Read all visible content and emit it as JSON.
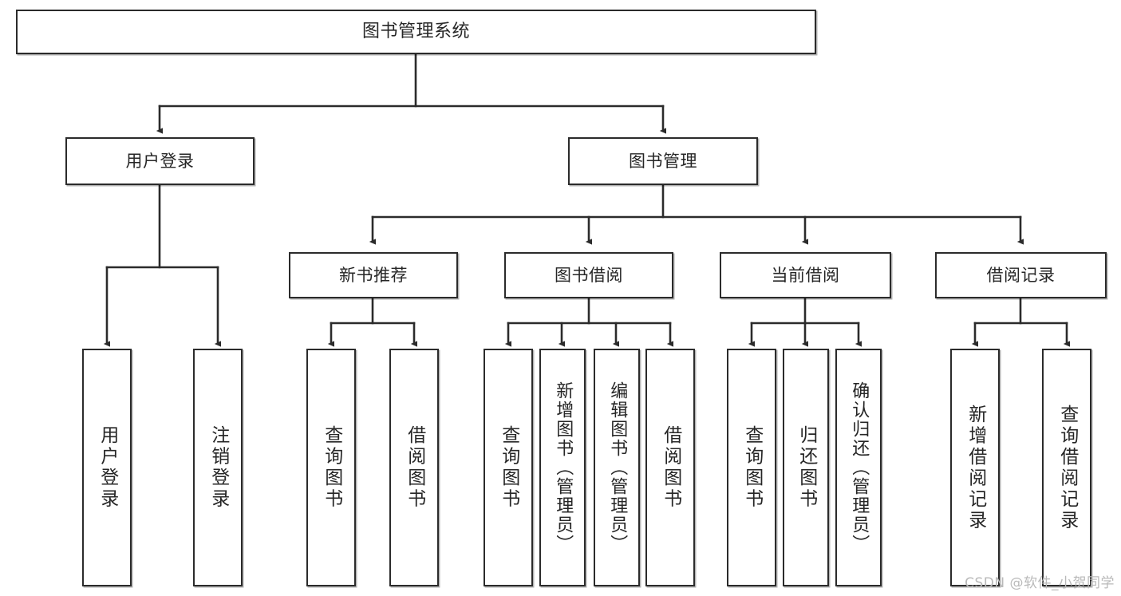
{
  "diagram": {
    "title": "图书管理系统",
    "watermark": "CSDN @软件_小贺同学",
    "line_color": "#2b2b2b",
    "box_fill": "#ffffff",
    "text_color": "#262626",
    "watermark_color": "#b9b9b9",
    "root": {
      "label": "图书管理系统"
    },
    "level1": [
      {
        "label": "用户登录"
      },
      {
        "label": "图书管理"
      }
    ],
    "level2": [
      {
        "label": "新书推荐"
      },
      {
        "label": "图书借阅"
      },
      {
        "label": "当前借阅"
      },
      {
        "label": "借阅记录"
      }
    ],
    "leaves": {
      "user_login": [
        {
          "label": "用户登录"
        },
        {
          "label": "注销登录"
        }
      ],
      "new_book": [
        {
          "label": "查询图书"
        },
        {
          "label": "借阅图书"
        }
      ],
      "book_borrow": [
        {
          "label": "查询图书"
        },
        {
          "label": "新增图书（管理员）"
        },
        {
          "label": "编辑图书（管理员）"
        },
        {
          "label": "借阅图书"
        }
      ],
      "current_borrow": [
        {
          "label": "查询图书"
        },
        {
          "label": "归还图书"
        },
        {
          "label": "确认归还（管理员）"
        }
      ],
      "borrow_record": [
        {
          "label": "新增借阅记录"
        },
        {
          "label": "查询借阅记录"
        }
      ]
    }
  }
}
